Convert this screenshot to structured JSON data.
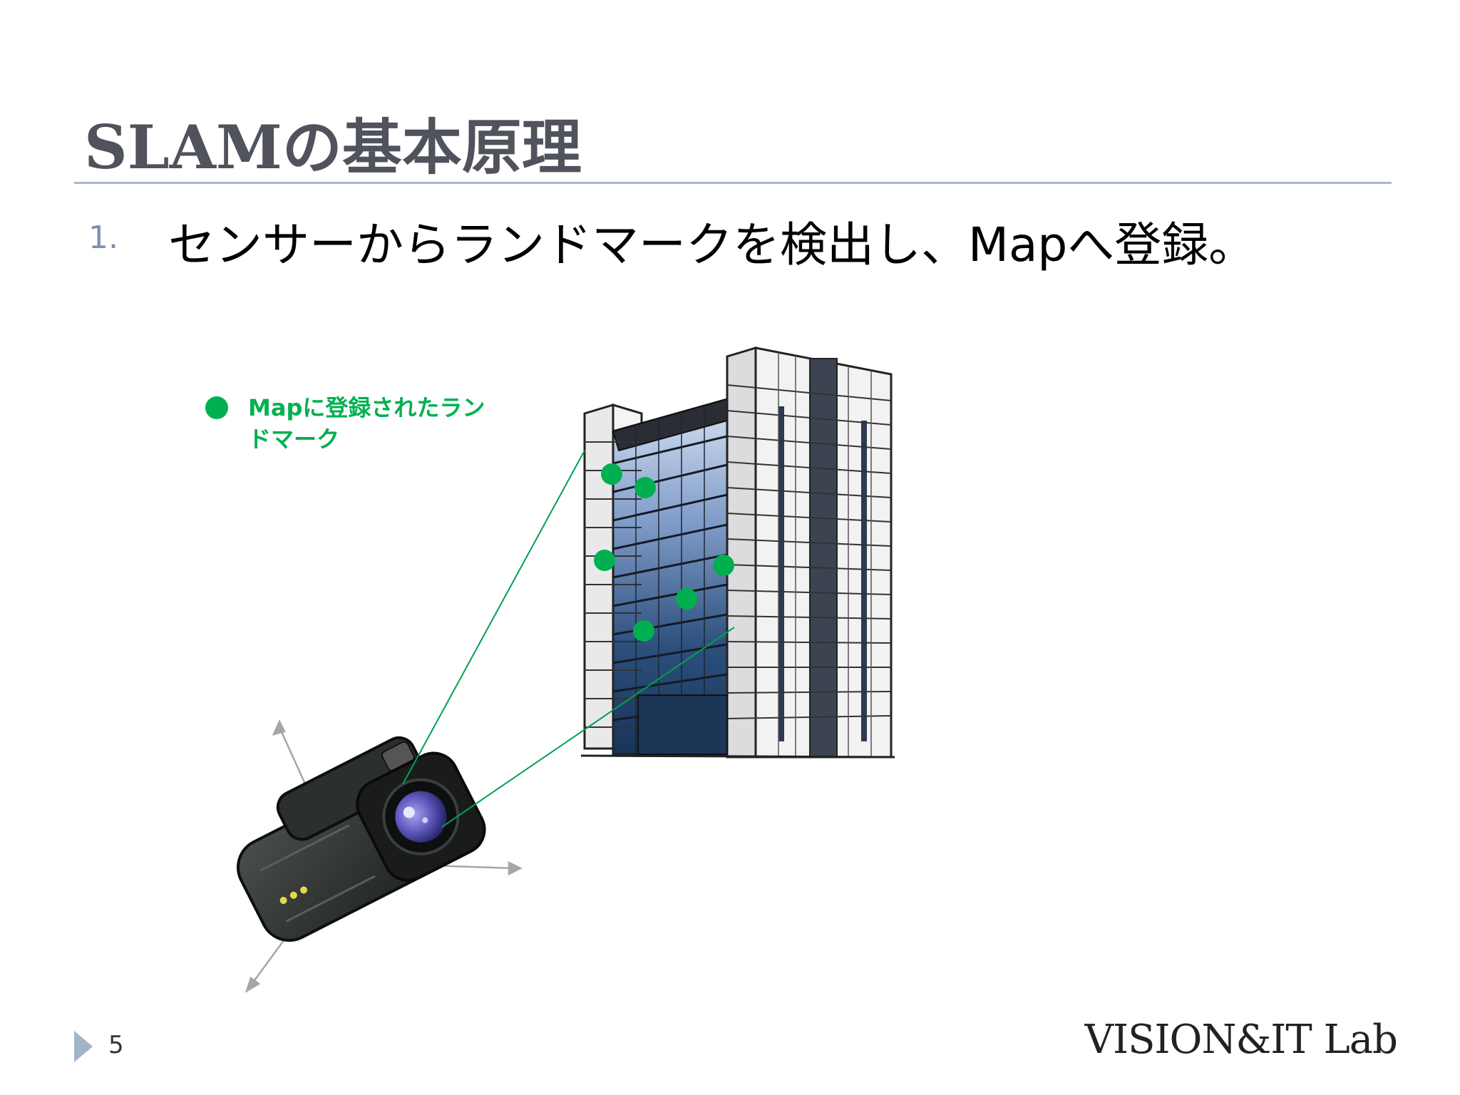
{
  "slide": {
    "title": "SLAMの基本原理",
    "bullet_number": "1.",
    "bullet_text": "センサーからランドマークを検出し、Mapへ登録。",
    "legend_label": "Mapに登録されたランドマーク",
    "page_number": "5",
    "lab_name": "VISION&IT Lab"
  },
  "colors": {
    "title": "#50525c",
    "rule": "#a9b6cc",
    "landmark": "#00b050",
    "footer_arrow": "#a3b3c9"
  },
  "icons": {
    "building": "office-building-icon",
    "camera": "camera-icon",
    "landmark": "landmark-dot-icon"
  }
}
